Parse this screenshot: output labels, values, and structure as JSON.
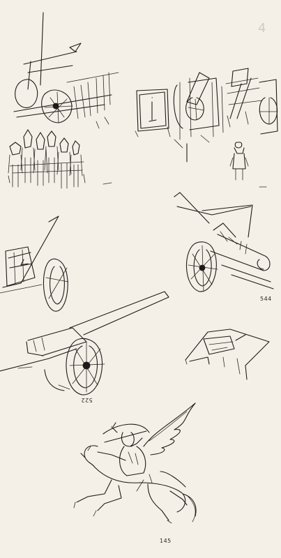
{
  "annotations": {
    "n544": "544",
    "n522": "522",
    "n145": "145",
    "corner_mark": "4"
  },
  "colors": {
    "paper": "#f4f0e7",
    "ink": "#1d1b19"
  }
}
